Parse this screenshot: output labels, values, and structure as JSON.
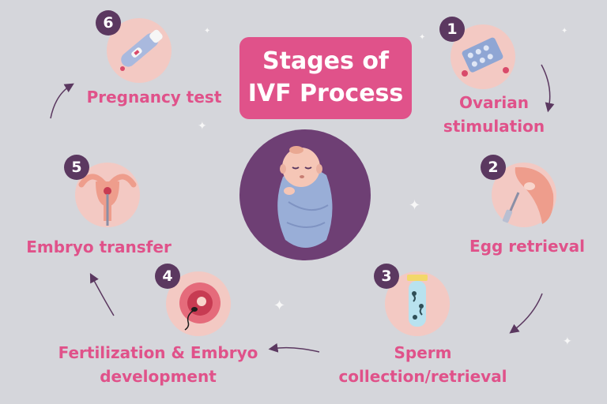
{
  "title": {
    "line1": "Stages of",
    "line2": "IVF Process"
  },
  "steps": [
    {
      "number": "1",
      "label_line1": "Ovarian",
      "label_line2": "stimulation",
      "icon": "pills-icon"
    },
    {
      "number": "2",
      "label_line1": "Egg retrieval",
      "label_line2": "",
      "icon": "egg-retrieval-icon"
    },
    {
      "number": "3",
      "label_line1": "Sperm",
      "label_line2": "collection/retrieval",
      "icon": "test-tube-icon"
    },
    {
      "number": "4",
      "label_line1": "Fertilization & Embryo",
      "label_line2": "development",
      "icon": "egg-cell-icon"
    },
    {
      "number": "5",
      "label_line1": "Embryo transfer",
      "label_line2": "",
      "icon": "uterus-icon"
    },
    {
      "number": "6",
      "label_line1": "Pregnancy test",
      "label_line2": "",
      "icon": "pregnancy-test-icon"
    }
  ],
  "colors": {
    "background": "#d5d6db",
    "accent": "#e0528a",
    "badge": "#5b3860",
    "center": "#6e3f74",
    "disc": "#f3c9c3"
  },
  "center_image": "swaddled-baby-icon"
}
